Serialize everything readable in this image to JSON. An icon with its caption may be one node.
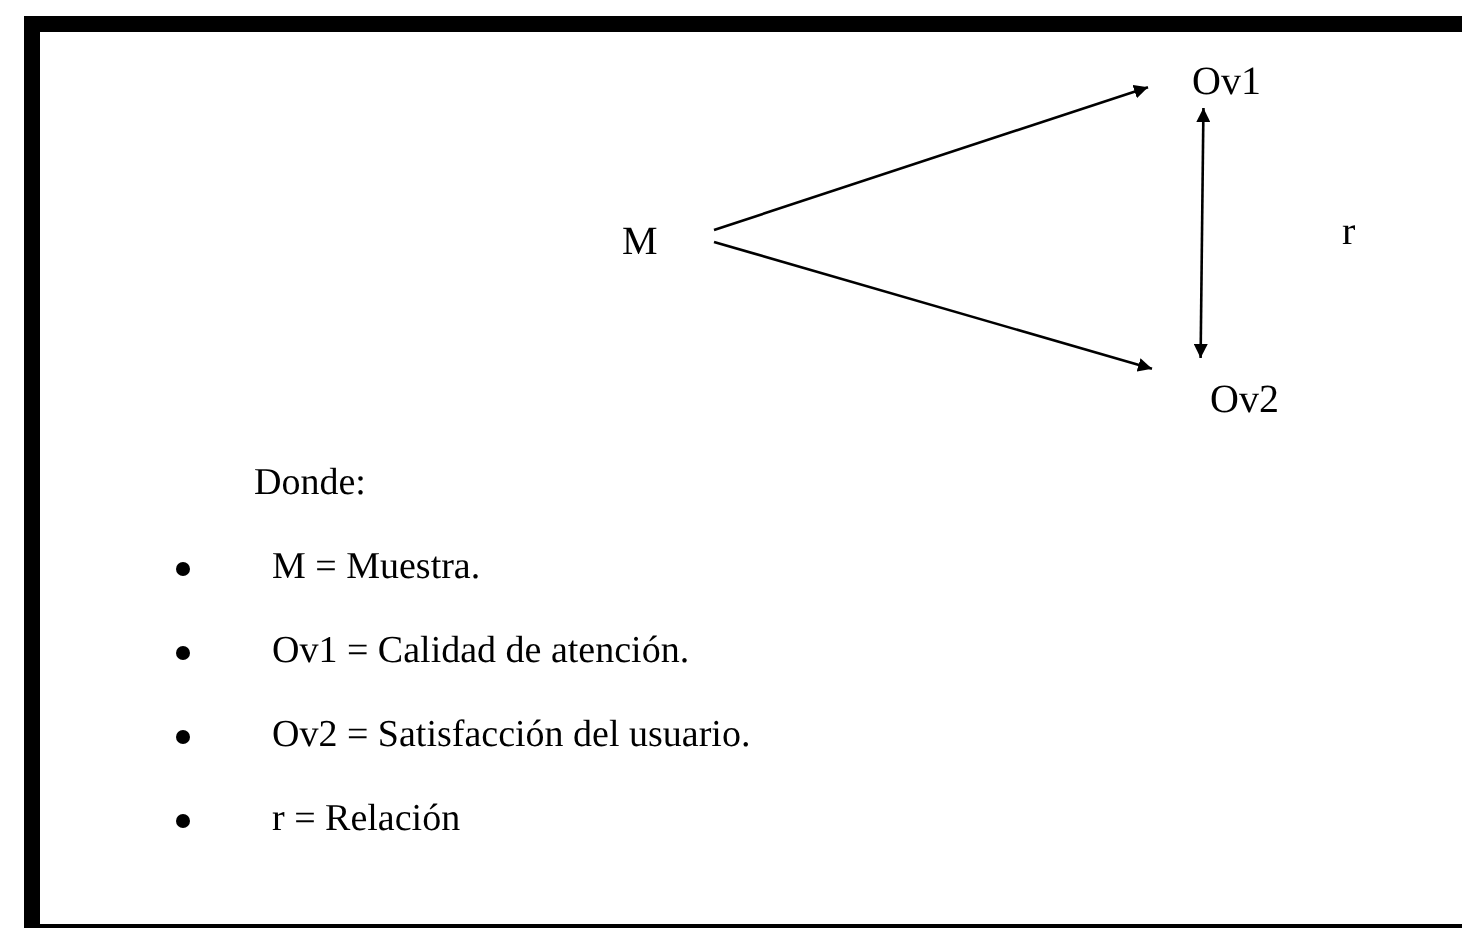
{
  "diagram": {
    "nodes": [
      {
        "text": [
          "M"
        ]
      },
      {
        "text": [
          "Ov1"
        ]
      },
      {
        "text": [
          "Ov2"
        ]
      }
    ],
    "edges": [
      {
        "from": 0,
        "to": 1,
        "arrow": "to"
      },
      {
        "from": 0,
        "to": 2,
        "arrow": "to"
      },
      {
        "from": 1,
        "to": 2,
        "arrow": "both",
        "label": "r"
      }
    ],
    "labels": [
      "Donde:",
      "M = Muestra.",
      "Ov1 = Calidad de atención.",
      "Ov2 = Satisfacción del usuario.",
      "r = Relación"
    ]
  }
}
